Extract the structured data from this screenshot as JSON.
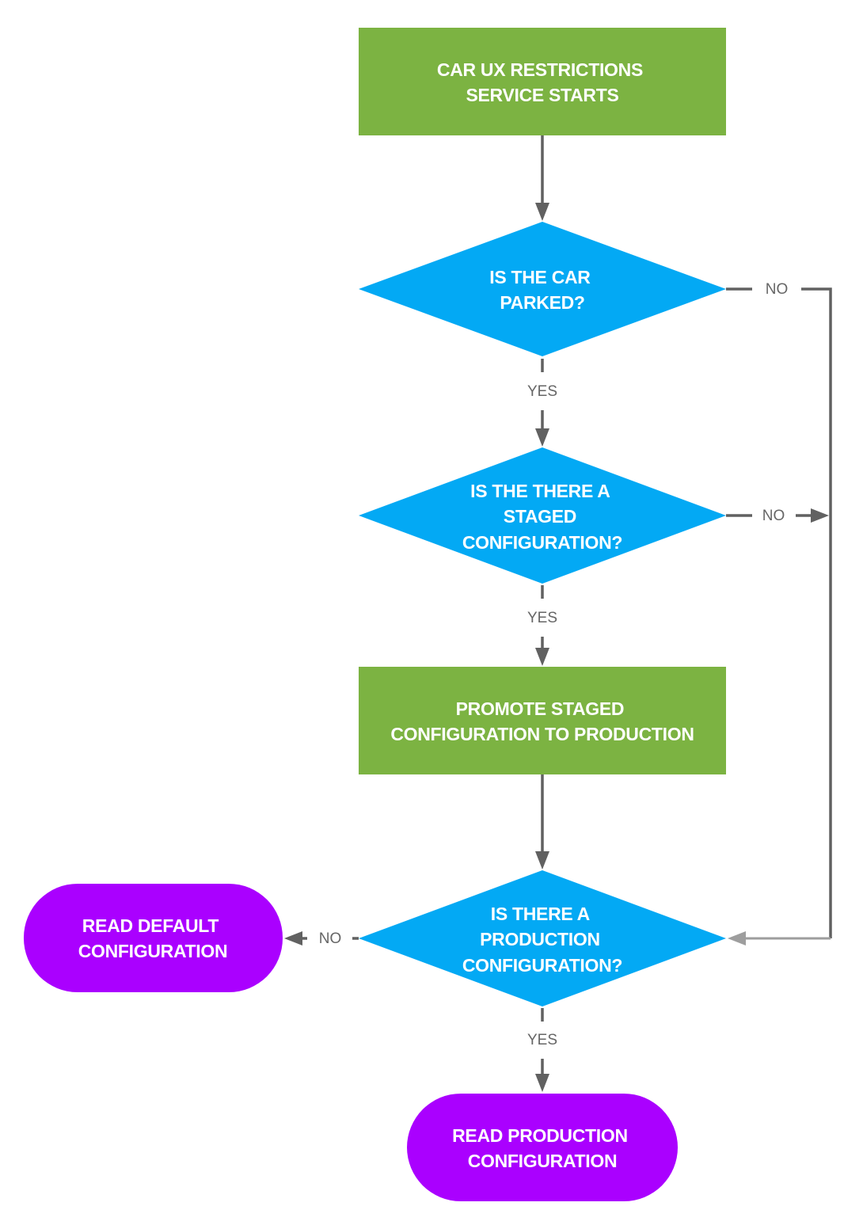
{
  "nodes": {
    "start": {
      "lines": [
        "CAR UX RESTRICTIONS",
        "SERVICE STARTS"
      ]
    },
    "parked": {
      "lines": [
        "IS THE CAR",
        "PARKED?"
      ]
    },
    "staged": {
      "lines": [
        "IS THE THERE A",
        "STAGED",
        "CONFIGURATION?"
      ]
    },
    "promote": {
      "lines": [
        "PROMOTE STAGED",
        "CONFIGURATION TO PRODUCTION"
      ]
    },
    "production": {
      "lines": [
        "IS THERE A",
        "PRODUCTION",
        "CONFIGURATION?"
      ]
    },
    "read_default": {
      "lines": [
        "READ DEFAULT",
        "CONFIGURATION"
      ]
    },
    "read_production": {
      "lines": [
        "READ PRODUCTION",
        "CONFIGURATION"
      ]
    }
  },
  "edge_labels": {
    "parked_yes": "YES",
    "parked_no": "NO",
    "staged_yes": "YES",
    "staged_no": "NO",
    "production_yes": "YES",
    "production_no": "NO"
  },
  "colors": {
    "process": "#7cb342",
    "decision": "#03a9f4",
    "terminal": "#aa00ff",
    "connector": "#616161",
    "connector_light": "#9e9e9e",
    "edge_label": "#666666"
  }
}
